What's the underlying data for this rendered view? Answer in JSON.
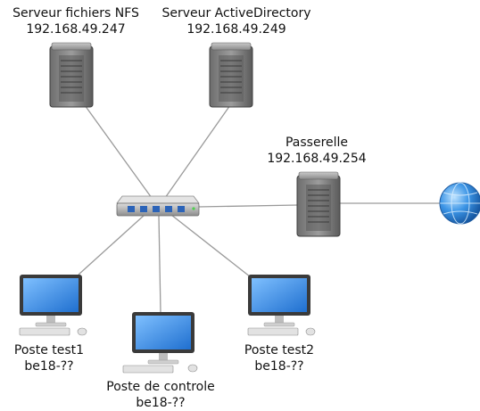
{
  "nodes": {
    "nfs": {
      "name": "Serveur fichiers NFS",
      "detail": "192.168.49.247"
    },
    "ad": {
      "name": "Serveur ActiveDirectory",
      "detail": "192.168.49.249"
    },
    "gateway": {
      "name": "Passerelle",
      "detail": "192.168.49.254"
    },
    "test1": {
      "name": "Poste test1",
      "detail": "be18-??"
    },
    "control": {
      "name": "Poste de controle",
      "detail": "be18-??"
    },
    "test2": {
      "name": "Poste test2",
      "detail": "be18-??"
    }
  },
  "icons": {
    "server": "server-tower-icon",
    "switch": "network-switch-icon",
    "workstation": "desktop-computer-icon",
    "internet": "globe-icon"
  },
  "colors": {
    "line": "#9a9a9a",
    "server_dark": "#4a4a4a",
    "screen_blue": "#3d8fe0",
    "globe_blue": "#2f86d9"
  }
}
